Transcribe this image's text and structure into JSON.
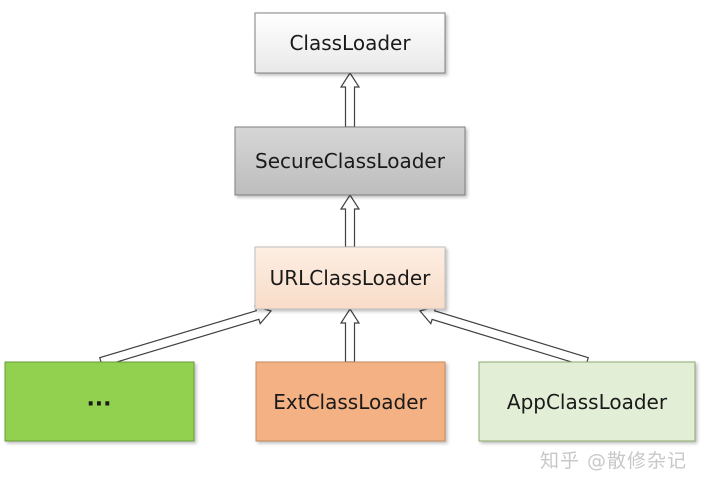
{
  "diagram": {
    "nodes": [
      {
        "id": "classloader",
        "label": "ClassLoader",
        "fill": "#f2f2f2",
        "stroke": "#7f7f7f"
      },
      {
        "id": "secure",
        "label": "SecureClassLoader",
        "fill": "#c8c8c8",
        "stroke": "#7f7f7f"
      },
      {
        "id": "url",
        "label": "URLClassLoader",
        "fill": "#fbe5d6",
        "stroke": "#bfbfbf"
      },
      {
        "id": "other",
        "label": "...",
        "fill": "#92d050",
        "stroke": "#6b9b3a"
      },
      {
        "id": "ext",
        "label": "ExtClassLoader",
        "fill": "#f4b183",
        "stroke": "#c28a5e"
      },
      {
        "id": "app",
        "label": "AppClassLoader",
        "fill": "#e2eed6",
        "stroke": "#8faa73"
      }
    ],
    "edges": [
      {
        "from": "secure",
        "to": "classloader"
      },
      {
        "from": "url",
        "to": "secure"
      },
      {
        "from": "other",
        "to": "url"
      },
      {
        "from": "ext",
        "to": "url"
      },
      {
        "from": "app",
        "to": "url"
      }
    ]
  },
  "watermark": "知乎 @散修杂记"
}
